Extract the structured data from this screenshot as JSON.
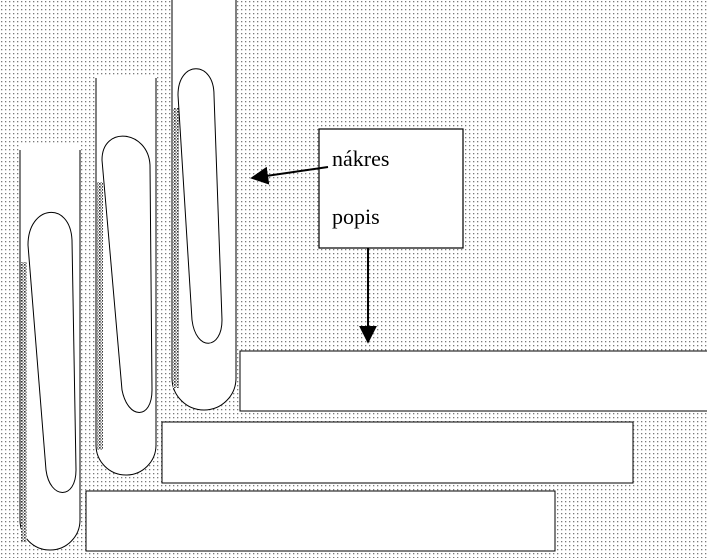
{
  "callout": {
    "label_drawing": "nákres",
    "label_description": "popis"
  },
  "colors": {
    "background": "#ffffff",
    "dot_pattern": "#7a7a7a",
    "outline": "#000000",
    "tube_fill": "#ffffff",
    "sediment": "#333333"
  },
  "description_fields": [
    {
      "name": "answer-field-1",
      "value": ""
    },
    {
      "name": "answer-field-2",
      "value": ""
    },
    {
      "name": "answer-field-3",
      "value": ""
    }
  ],
  "test_tubes": [
    {
      "name": "test-tube-left"
    },
    {
      "name": "test-tube-middle"
    },
    {
      "name": "test-tube-right"
    }
  ]
}
